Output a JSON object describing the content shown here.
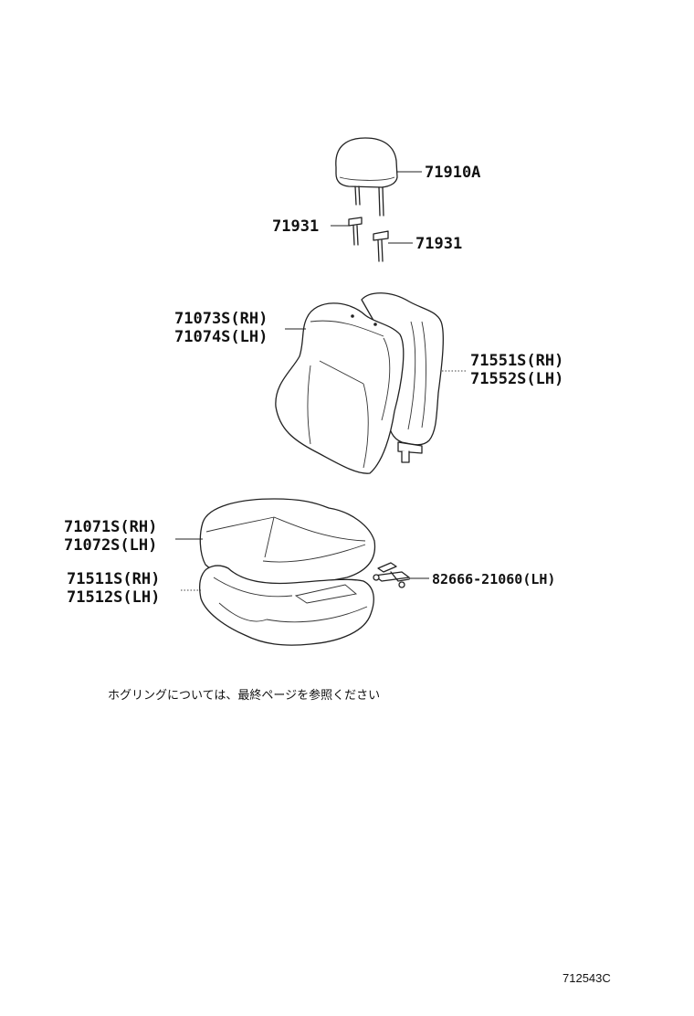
{
  "parts": {
    "headrest": "71910A",
    "support_left": "71931",
    "support_right": "71931",
    "back_pad_rh": "71073S(RH)",
    "back_pad_lh": "71074S(LH)",
    "back_cover_rh": "71551S(RH)",
    "back_cover_lh": "71552S(LH)",
    "cushion_pad_rh": "71071S(RH)",
    "cushion_pad_lh": "71072S(LH)",
    "cushion_cover_rh": "71511S(RH)",
    "cushion_cover_lh": "71512S(LH)",
    "hog_ring_part": "82666-21060(LH)"
  },
  "note": "ホグリングについては、最終ページを参照ください",
  "figure_number": "712543C"
}
